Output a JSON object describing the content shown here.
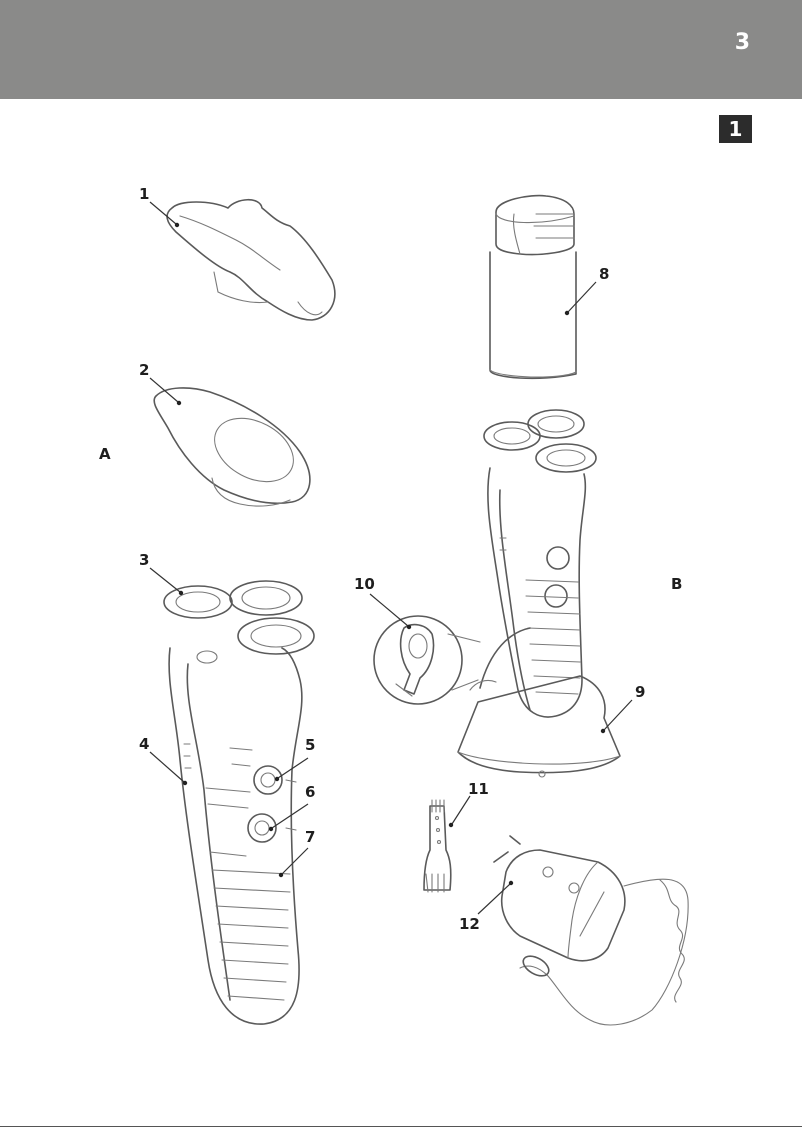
{
  "page": {
    "number": "3",
    "figure_badge": "1"
  },
  "sections": {
    "a": "A",
    "b": "B"
  },
  "callouts": [
    "1",
    "2",
    "3",
    "4",
    "5",
    "6",
    "7",
    "8",
    "9",
    "10",
    "11",
    "12"
  ]
}
